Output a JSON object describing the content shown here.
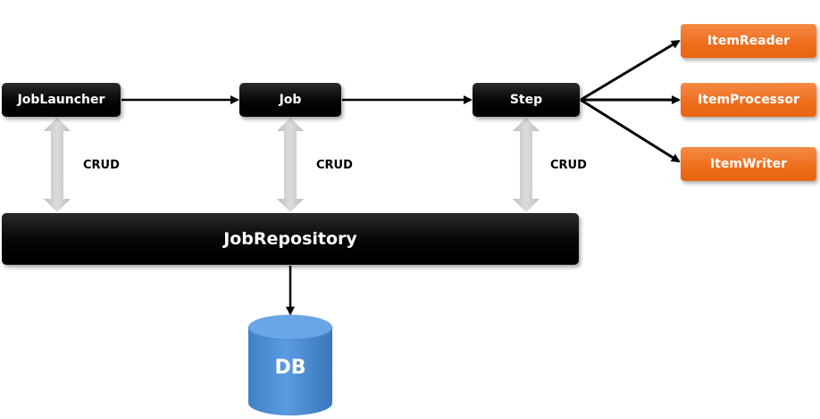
{
  "nodes": {
    "job_launcher": "JobLauncher",
    "job": "Job",
    "step": "Step",
    "job_repository": "JobRepository",
    "db": "DB",
    "item_reader": "ItemReader",
    "item_processor": "ItemProcessor",
    "item_writer": "ItemWriter"
  },
  "edges": {
    "crud_1": "CRUD",
    "crud_2": "CRUD",
    "crud_3": "CRUD"
  },
  "colors": {
    "dark_box": "#000000",
    "orange_box": "#ee6d1c",
    "db_blue": "#4a8ad0",
    "crud_arrow": "#c9c9c9"
  }
}
